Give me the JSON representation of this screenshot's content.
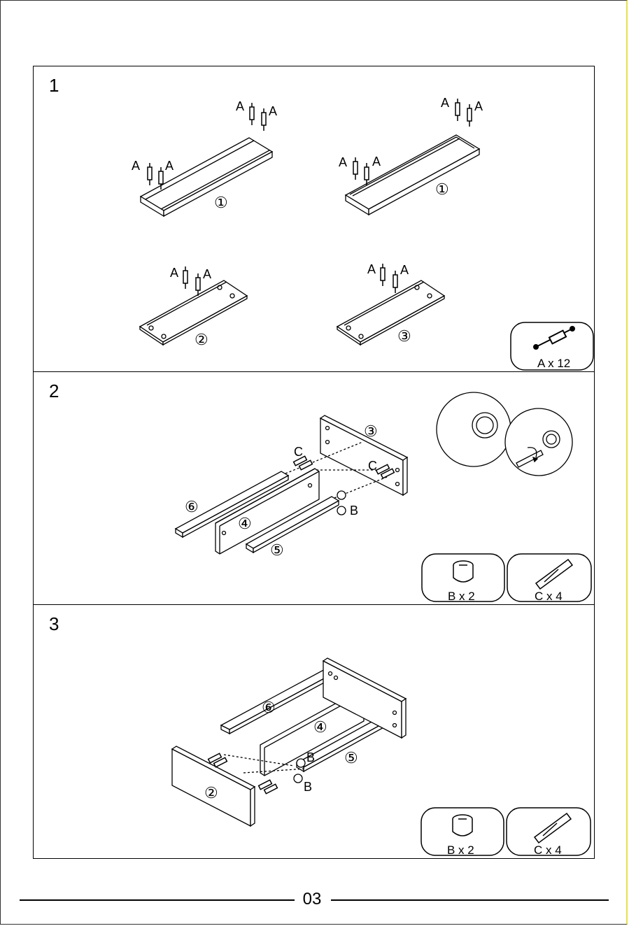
{
  "steps": [
    {
      "number": "1",
      "labels": {
        "dowel": "A",
        "panel_1": "①",
        "panel_2": "②",
        "panel_3": "③"
      },
      "hardware": [
        {
          "label": "A x 12",
          "icon": "dowel-pin-icon"
        }
      ]
    },
    {
      "number": "2",
      "labels": {
        "dowel": "C",
        "cam": "B",
        "panel_3": "③",
        "panel_4": "④",
        "panel_5": "⑤",
        "panel_6": "⑥"
      },
      "hardware": [
        {
          "label": "B x 2",
          "icon": "cam-lock-icon"
        },
        {
          "label": "C x 4",
          "icon": "wood-dowel-icon"
        }
      ]
    },
    {
      "number": "3",
      "labels": {
        "cam": "B",
        "panel_2": "②",
        "panel_4": "④",
        "panel_5": "⑤",
        "panel_6": "⑥"
      },
      "hardware": [
        {
          "label": "B x 2",
          "icon": "cam-lock-icon"
        },
        {
          "label": "C x 4",
          "icon": "wood-dowel-icon"
        }
      ]
    }
  ],
  "page_number": "03"
}
